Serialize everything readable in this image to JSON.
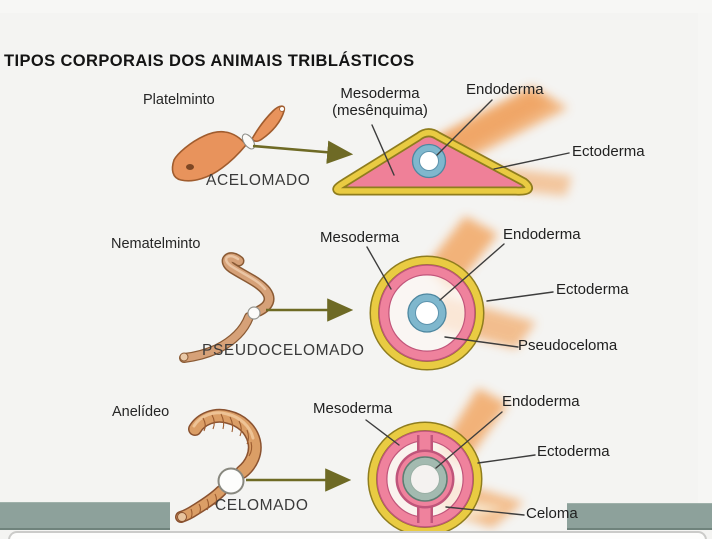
{
  "title": "TIPOS CORPORAIS DOS ANIMAIS TRIBLÁSTICOS",
  "sections": {
    "acelomado": {
      "animal": "Platelminto",
      "type_label": "ACELOMADO",
      "mesoderma": "Mesoderma",
      "mesoderma_sub": "(mesênquima)",
      "endoderma": "Endoderma",
      "ectoderma": "Ectoderma"
    },
    "pseudocelomado": {
      "animal": "Nematelminto",
      "type_label": "PSEUDOCELOMADO",
      "mesoderma": "Mesoderma",
      "endoderma": "Endoderma",
      "ectoderma": "Ectoderma",
      "cavity": "Pseudoceloma"
    },
    "celomado": {
      "animal": "Anelídeo",
      "type_label": "CELOMADO",
      "mesoderma": "Mesoderma",
      "endoderma": "Endoderma",
      "ectoderma": "Ectoderma",
      "cavity": "Celoma"
    }
  },
  "colors": {
    "ectoderma_yellow": "#e9cb42",
    "ectoderma_outline": "#8f7d1e",
    "mesoderma_pink": "#ef829d",
    "mesoderma_outline": "#c0557a",
    "endoderma_blue": "#7fb7cd",
    "coelom_lining_teal": "#a3bab0",
    "worm_orange": "#e8935c",
    "worm_tan": "#d6a178",
    "arrow_olive": "#6e6a25",
    "side_bar_green": "#8da19b"
  }
}
